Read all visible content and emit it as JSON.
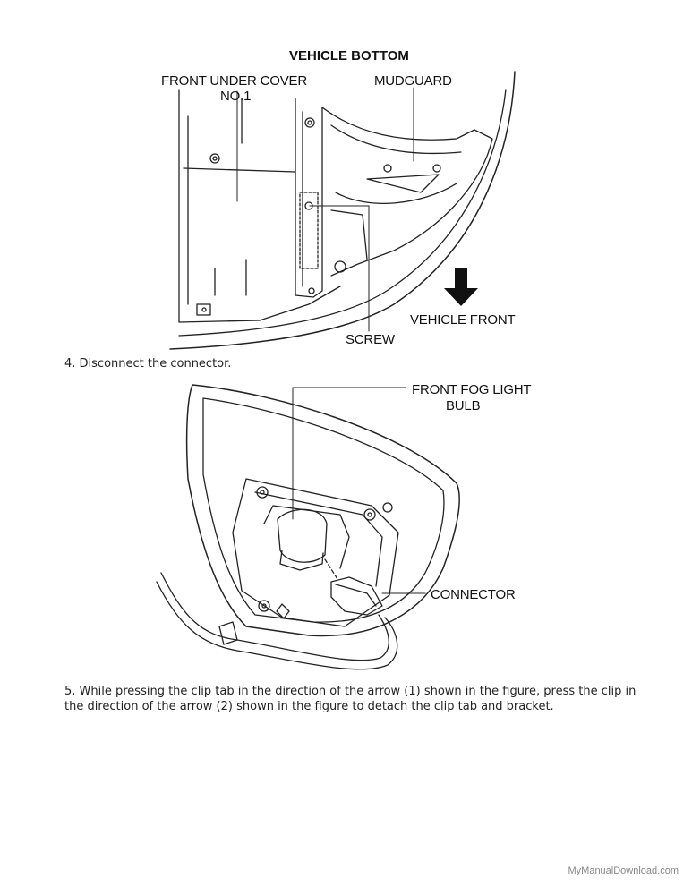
{
  "figure1": {
    "title": "VEHICLE BOTTOM",
    "label_front_under_cover_line1": "FRONT UNDER COVER",
    "label_front_under_cover_line2": "NO.1",
    "label_mudguard": "MUDGUARD",
    "label_screw": "SCREW",
    "label_vehicle_front": "VEHICLE FRONT",
    "icon": "arrow-down-icon"
  },
  "steps": {
    "step4": "4. Disconnect the connector.",
    "step5": "5. While pressing the clip tab in the direction of the arrow (1) shown in the figure, press the clip in the direction of the arrow (2) shown in the figure to detach the clip tab and bracket."
  },
  "figure2": {
    "label_bulb_line1": "FRONT FOG LIGHT",
    "label_bulb_line2": "BULB",
    "label_connector": "CONNECTOR"
  },
  "watermark": "MyManualDownload.com"
}
